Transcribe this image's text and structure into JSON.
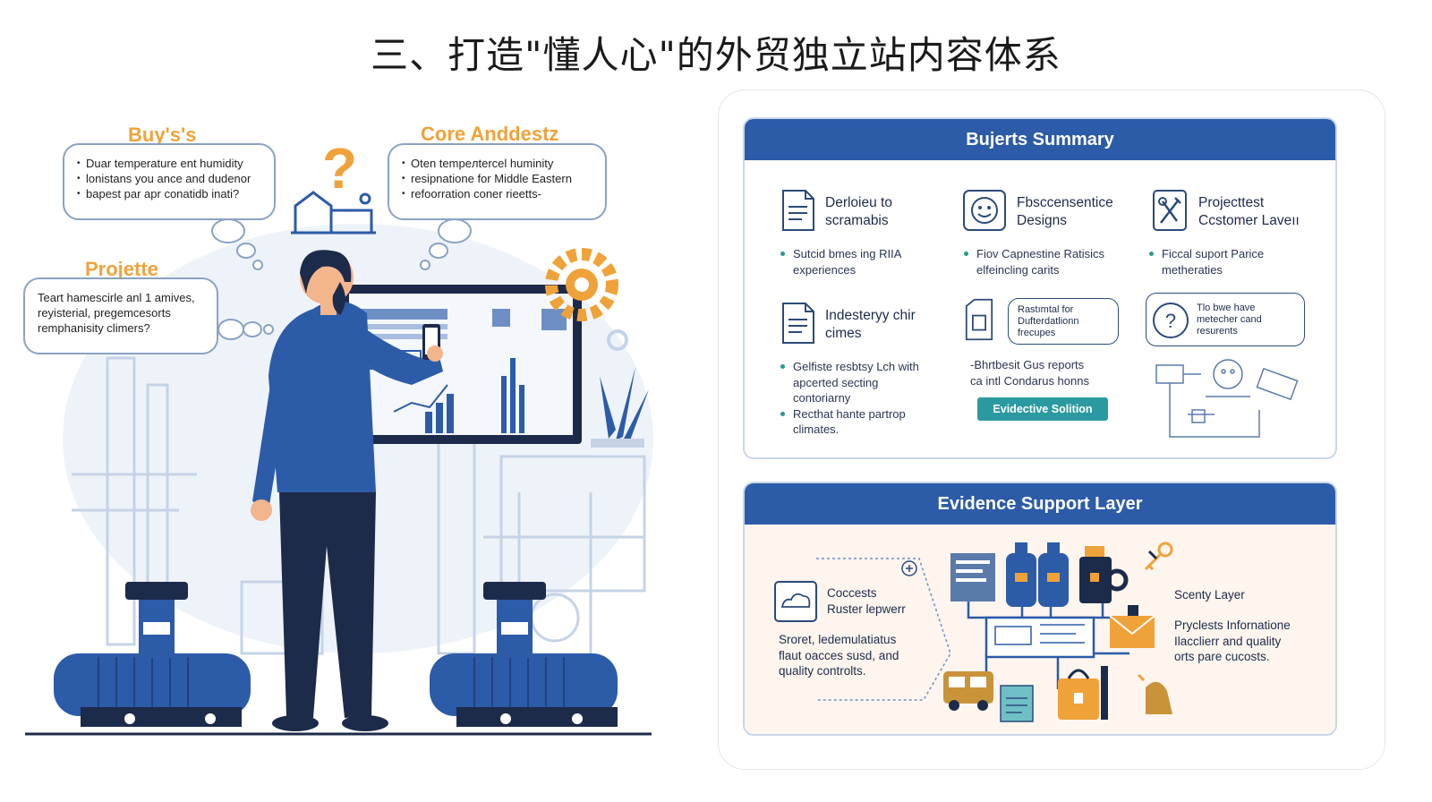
{
  "page": {
    "title": "三、打造\"懂人心\"的外贸独立站内容体系"
  },
  "illustration": {
    "bubble_buyers": {
      "title": "Buy's's",
      "lines": [
        "Duar temperature ent humidity",
        "lonistans you ance and dudenor",
        "bapest par apr conatidb inati?"
      ]
    },
    "bubble_core": {
      "title": "Core Anddestz",
      "lines": [
        "Oten tempeлtercel huminity",
        "resipnatione for Middle Eastern",
        "refoorration coner rieetts-"
      ]
    },
    "bubble_projette": {
      "title": "Projette",
      "lines": [
        "Teart hamescirle anl 1 amives,",
        "reyisterial, pregemcesorts",
        "remphanisity climers?"
      ]
    }
  },
  "summary": {
    "header": "Bujerts Summary",
    "cell1": {
      "title_lines": [
        "Derloieu to",
        "scramabis"
      ],
      "bullets": [
        [
          "Sutcid bmes ing RIIA",
          "experiences"
        ]
      ]
    },
    "cell2": {
      "title_lines": [
        "Fbsccensentice",
        "Designs"
      ],
      "bullets": [
        [
          "Fiov Capnestine Ratisics",
          "elfeincling carits"
        ]
      ]
    },
    "cell3": {
      "title_lines": [
        "Projecttest",
        "Ccstomer Laveıı"
      ],
      "bullets": [
        [
          "Ficcal suport Parice",
          "metheraties"
        ]
      ]
    },
    "cell4": {
      "title_lines": [
        "Indesteryy chir",
        "cimes"
      ],
      "bullets": [
        [
          "Gelfiste resbtsy Lch with",
          "apcerted secting",
          "contoriarny"
        ],
        [
          "Recthat hante partrop",
          "climates."
        ]
      ]
    },
    "cell5": {
      "callout_lines": [
        "Rastımtal for",
        "Dufterdatlionn",
        "frecupes"
      ],
      "text_lines": [
        "-Bhrtbesit Gus reports",
        "ca intl Condarus honns"
      ],
      "button": "Evidective Solition"
    },
    "cell6": {
      "callout_lines": [
        "Tlo bwe have",
        "metecher cand",
        "resurents"
      ]
    }
  },
  "evidence": {
    "header": "Evidence Support Layer",
    "left": {
      "title_lines": [
        "Coccests",
        "Ruster lepwerr"
      ],
      "body_lines": [
        "Sroret, ledemulatiatus",
        "flaut oacces susd, and",
        "quality controlts."
      ]
    },
    "right": {
      "title": "Scenty Layer",
      "body_lines": [
        "Pryclests Infornatione",
        "Ilacclierr and quality",
        "orts pare cucosts."
      ]
    }
  },
  "colors": {
    "primary_blue": "#2c5ba8",
    "accent_orange": "#f0a23a",
    "teal": "#2a9aa0",
    "navy": "#1d2b4a"
  }
}
